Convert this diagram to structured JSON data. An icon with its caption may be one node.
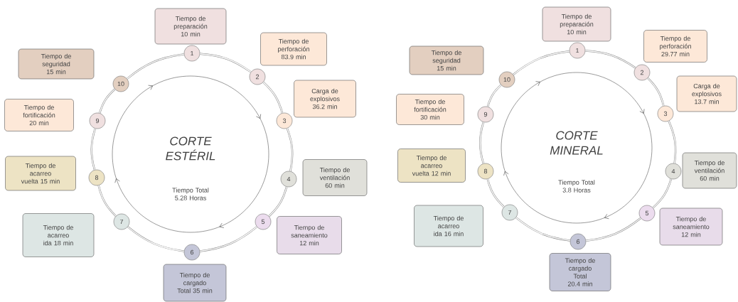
{
  "diagram": {
    "nodes": [
      {
        "text": [
          "CORTE ESTÉRIL",
          "Tiempo Total 5.28 Horas"
        ]
      },
      {
        "text": [
          "1"
        ]
      },
      {
        "text": [
          "Tiempo de preparación 10 min"
        ]
      },
      {
        "text": [
          "2"
        ]
      },
      {
        "text": [
          "Tiempo de perforación 83.9 min"
        ]
      },
      {
        "text": [
          "3"
        ]
      },
      {
        "text": [
          "Carga de explosivos 36.2 min"
        ]
      },
      {
        "text": [
          "4"
        ]
      },
      {
        "text": [
          "Tiempo de ventilación 60 min"
        ]
      },
      {
        "text": [
          "5"
        ]
      },
      {
        "text": [
          "Tiempo de saneamiento 12 min"
        ]
      },
      {
        "text": [
          "6"
        ]
      },
      {
        "text": [
          "Tiempo de cargado Total 35 min"
        ]
      },
      {
        "text": [
          "7"
        ]
      },
      {
        "text": [
          "Tiempo de acarreo ida 18 min"
        ]
      },
      {
        "text": [
          "8"
        ]
      },
      {
        "text": [
          "Tiempo de acarreo vuelta 15 min"
        ]
      },
      {
        "text": [
          "9"
        ]
      },
      {
        "text": [
          "Tiempo de fortificación 20 min"
        ]
      },
      {
        "text": [
          "10"
        ]
      },
      {
        "text": [
          "Tiempo de seguridad 15 min"
        ]
      },
      {
        "text": [
          "CORTE MINERAL",
          "Tiempo Total 3.8 Horas"
        ]
      },
      {
        "text": [
          "1"
        ]
      },
      {
        "text": [
          "Tiempo de preparación 10 min"
        ]
      },
      {
        "text": [
          "2"
        ]
      },
      {
        "text": [
          "Tiempo de perforación 29.77 min"
        ]
      },
      {
        "text": [
          "3"
        ]
      },
      {
        "text": [
          "Carga de explosivos 13.7 min"
        ]
      },
      {
        "text": [
          "4"
        ]
      },
      {
        "text": [
          "Tiempo de ventilación 60 min"
        ]
      },
      {
        "text": [
          "5"
        ]
      },
      {
        "text": [
          "Tiempo de saneamiento 12 min"
        ]
      },
      {
        "text": [
          "6"
        ]
      },
      {
        "text": [
          "Tiempo de cargado Total 20.4 min"
        ]
      },
      {
        "text": [
          "7"
        ]
      },
      {
        "text": [
          "Tiempo de acarreo ida 16 min"
        ]
      },
      {
        "text": [
          "8"
        ]
      },
      {
        "text": [
          "Tiempo de acarreo vuelta 12 min"
        ]
      },
      {
        "text": [
          "9"
        ]
      },
      {
        "text": [
          "Tiempo de fortificación 30 min"
        ]
      },
      {
        "text": [
          "10"
        ]
      },
      {
        "text": [
          "Tiempo de seguridad 15 min"
        ]
      }
    ],
    "edges": [
      {
        "from": 1,
        "to": 3,
        "arrow": "none"
      },
      {
        "from": 3,
        "to": 5,
        "arrow": "none"
      },
      {
        "from": 5,
        "to": 7,
        "arrow": "none"
      },
      {
        "from": 7,
        "to": 9,
        "arrow": "none"
      },
      {
        "from": 9,
        "to": 11,
        "arrow": "none"
      },
      {
        "from": 11,
        "to": 13,
        "arrow": "none"
      },
      {
        "from": 13,
        "to": 15,
        "arrow": "none"
      },
      {
        "from": 15,
        "to": 17,
        "arrow": "none"
      },
      {
        "from": 17,
        "to": 19,
        "arrow": "none"
      },
      {
        "from": 19,
        "to": 1,
        "arrow": "none"
      },
      {
        "from": 22,
        "to": 24,
        "arrow": "none"
      },
      {
        "from": 24,
        "to": 26,
        "arrow": "none"
      },
      {
        "from": 26,
        "to": 28,
        "arrow": "none"
      },
      {
        "from": 28,
        "to": 30,
        "arrow": "none"
      },
      {
        "from": 30,
        "to": 32,
        "arrow": "none"
      },
      {
        "from": 32,
        "to": 34,
        "arrow": "none"
      },
      {
        "from": 34,
        "to": 36,
        "arrow": "none"
      },
      {
        "from": 36,
        "to": 38,
        "arrow": "none"
      },
      {
        "from": 38,
        "to": 40,
        "arrow": "none"
      },
      {
        "from": 40,
        "to": 22,
        "arrow": "none"
      }
    ]
  }
}
